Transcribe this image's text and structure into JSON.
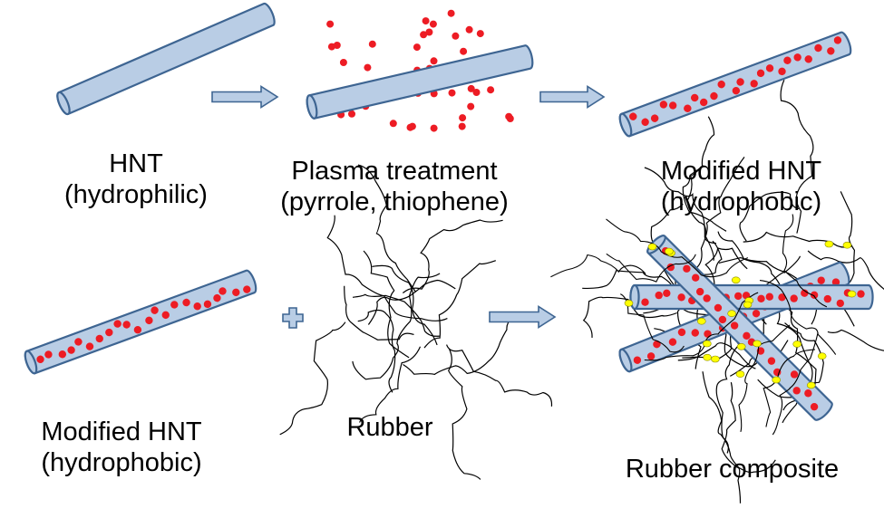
{
  "colors": {
    "tube_fill": "#b9cde5",
    "tube_stroke": "#3e6592",
    "dot": "#ed1c24",
    "crosslink": "#ffff00",
    "arrow_fill": "#b9cde5",
    "chain": "#000000"
  },
  "stage1": {
    "label_line1": "HNT",
    "label_line2": "(hydrophilic)"
  },
  "stage2": {
    "label_line1": "Plasma treatment",
    "label_line2": "(pyrrole, thiophene)"
  },
  "stage3": {
    "label_line1": "Modified HNT",
    "label_line2": "(hydrophobic)"
  },
  "stage4": {
    "label_line1": "Modified HNT",
    "label_line2": "(hydrophobic)"
  },
  "stage5": {
    "label": "Rubber"
  },
  "stage6": {
    "label": "Rubber composite"
  },
  "icons": {
    "arrow": "right-arrow-icon",
    "plus": "plus-icon"
  }
}
